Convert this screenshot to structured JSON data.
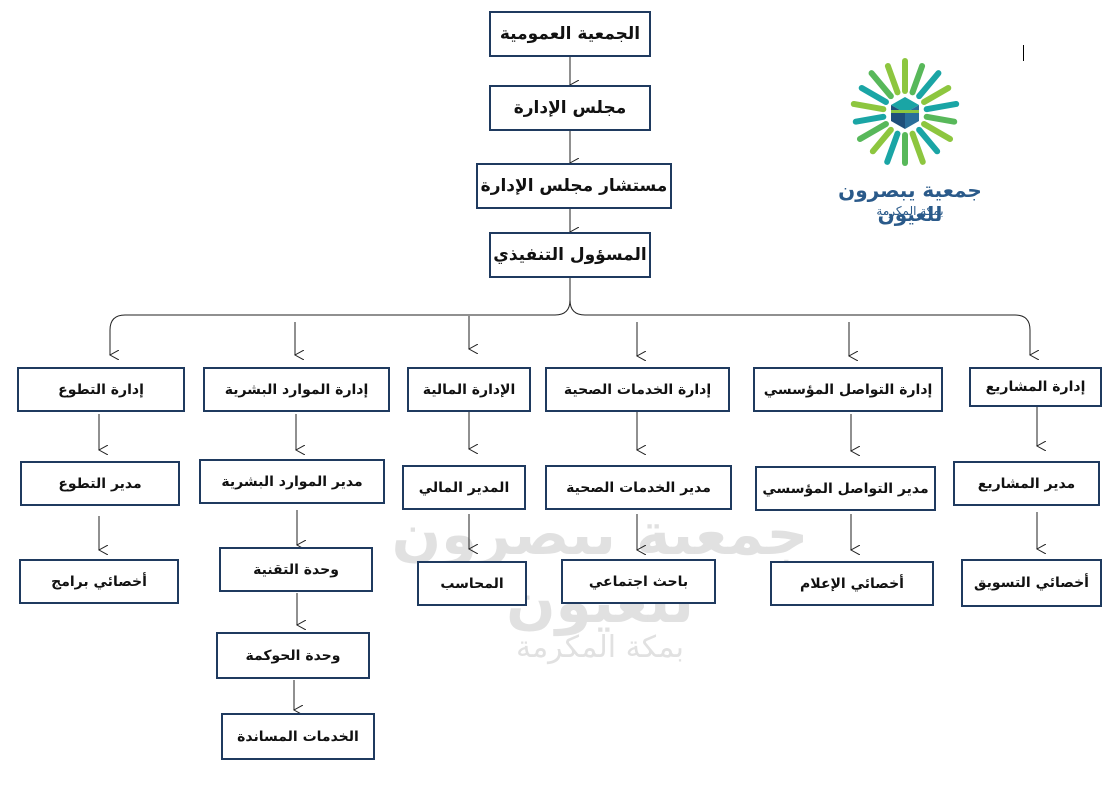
{
  "top": {
    "general_assembly": "الجمعية العمومية",
    "board": "مجلس الإدارة",
    "board_advisor": "مستشار مجلس الإدارة",
    "executive": "المسؤول التنفيذي"
  },
  "departments": {
    "volunteering": {
      "dept": "إدارة التطوع",
      "manager": "مدير التطوع",
      "specialist": "أخصائي برامج"
    },
    "hr": {
      "dept": "إدارة الموارد البشرية",
      "manager": "مدير الموارد البشرية",
      "tech_unit": "وحدة التقنية",
      "governance_unit": "وحدة الحوكمة",
      "support_services": "الخدمات المساندة"
    },
    "finance": {
      "dept": "الإدارة المالية",
      "manager": "المدير المالي",
      "accountant": "المحاسب"
    },
    "health": {
      "dept": "إدارة الخدمات الصحية",
      "manager": "مدير الخدمات الصحية",
      "researcher": "باحث اجتماعي"
    },
    "communication": {
      "dept": "إدارة التواصل المؤسسي",
      "manager": "مدير التواصل المؤسسي",
      "specialist": "أخصائي الإعلام"
    },
    "projects": {
      "dept": "إدارة المشاريع",
      "manager": "مدير المشاريع",
      "specialist": "أخصائي التسويق"
    }
  },
  "logo": {
    "name": "جمعية يبصرون للعيون",
    "city": "بمكة المكرمة"
  },
  "colors": {
    "box_border": "#1f3a5f",
    "logo_green": "#8dc63f",
    "logo_teal": "#1aa5a5",
    "logo_blue": "#2a5a8a"
  }
}
